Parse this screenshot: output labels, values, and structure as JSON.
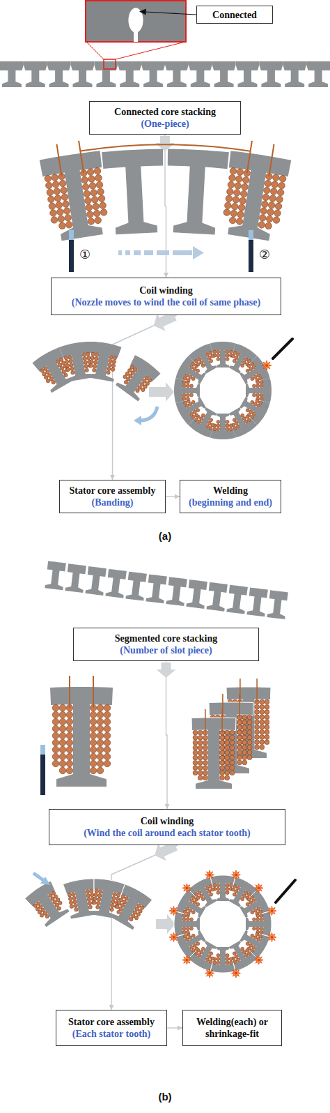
{
  "diagram": {
    "nodes": [
      {
        "text": [
          "Connected"
        ]
      },
      {
        "text": [
          "Connected core stacking",
          "(One-piece)"
        ]
      },
      {
        "text": [
          "Coil winding",
          "(Nozzle moves to wind the coil of same phase)"
        ]
      },
      {
        "text": [
          "Stator core assembly",
          "(Banding)"
        ]
      },
      {
        "text": [
          "Welding",
          "(beginning and end)"
        ]
      },
      {
        "text": [
          "Segmented core stacking",
          "(Number of slot piece)"
        ]
      },
      {
        "text": [
          "Coil winding",
          "(Wind the coil around each stator tooth)"
        ]
      },
      {
        "text": [
          "Stator core assembly",
          "(Each stator tooth)"
        ]
      },
      {
        "text": [
          "Welding(each) or shrinkage-fit"
        ]
      }
    ],
    "edges": [
      {
        "from": 1,
        "to": 2,
        "arrow": "to"
      },
      {
        "from": 2,
        "to": 3,
        "arrow": "to"
      },
      {
        "from": 3,
        "to": 4,
        "arrow": "to"
      },
      {
        "from": 5,
        "to": 6,
        "arrow": "to"
      },
      {
        "from": 6,
        "to": 7,
        "arrow": "to"
      },
      {
        "from": 7,
        "to": 8,
        "arrow": "to"
      }
    ],
    "labels": [
      "①",
      "②",
      "(a)",
      "(b)"
    ]
  }
}
